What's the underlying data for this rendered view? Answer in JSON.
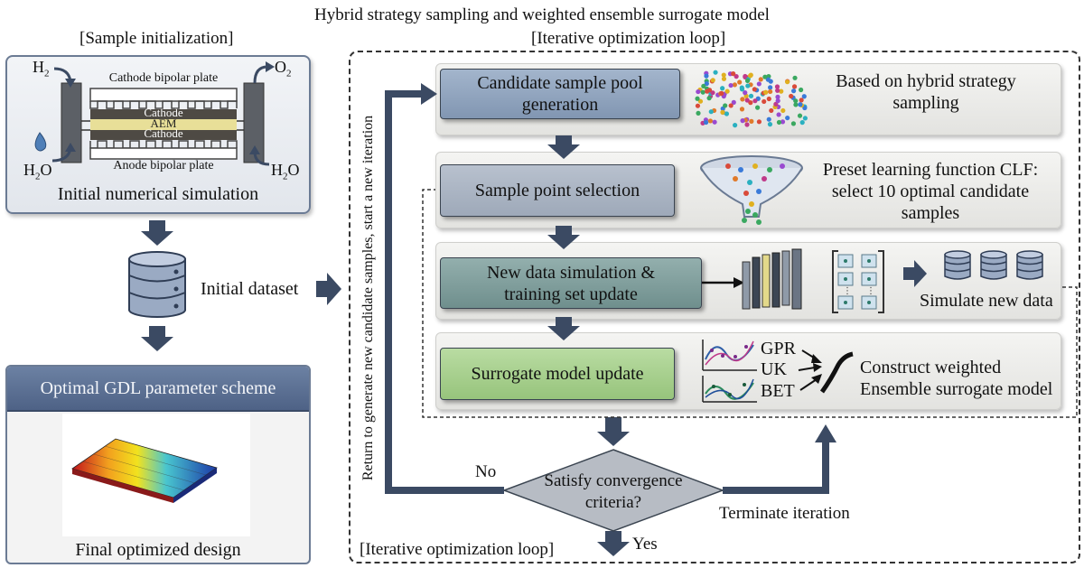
{
  "title": "Hybrid strategy sampling and weighted ensemble surrogate model",
  "left": {
    "section_label": "[Sample initialization]",
    "h2": "H",
    "h2_sub": "2",
    "o2": "O",
    "o2_sub": "2",
    "h2o_left": "H",
    "h2o_left_sub": "2",
    "h2o_left_tail": "O",
    "h2o_right": "H",
    "h2o_right_sub": "2",
    "h2o_right_tail": "O",
    "cathode_plate": "Cathode bipolar plate",
    "layer_cathode_top": "Cathode",
    "layer_aem": "AEM",
    "layer_cathode_bottom": "Cathode",
    "anode_plate": "Anode bipolar plate",
    "sim_label": "Initial numerical simulation",
    "dataset_label": "Initial dataset",
    "optimal_title": "Optimal GDL parameter scheme",
    "final_label": "Final optimized design"
  },
  "loop": {
    "section_label": "[Iterative optimization loop]",
    "bottom_label": "[Iterative optimization loop]",
    "side_text": "Return to generate new candidate samples, start a new iteration",
    "step1": "Candidate sample pool generation",
    "step1_desc": "Based on hybrid strategy sampling",
    "step2": "Sample point selection",
    "step2_desc_line1": "Preset learning function CLF:",
    "step2_desc_line2": "select 10 optimal candidate",
    "step2_desc_line3": "samples",
    "step3_line1": "New data simulation &",
    "step3_line2": "training set update",
    "step3_desc": "Simulate new data",
    "step4": "Surrogate model update",
    "models": [
      "GPR",
      "UK",
      "BET"
    ],
    "step4_desc_line1": "Construct weighted",
    "step4_desc_line2": "Ensemble surrogate model",
    "decision_line1": "Satisfy convergence",
    "decision_line2": "criteria?",
    "no_label": "No",
    "yes_label": "Yes",
    "terminate_label": "Terminate iteration"
  },
  "colors": {
    "step1": "#8fa3bd",
    "step2": "#aab4c3",
    "step3": "#7f9e9c",
    "step4": "#a8d08d",
    "arrow": "#3b4a63",
    "header_bar": "#5a6e90"
  }
}
